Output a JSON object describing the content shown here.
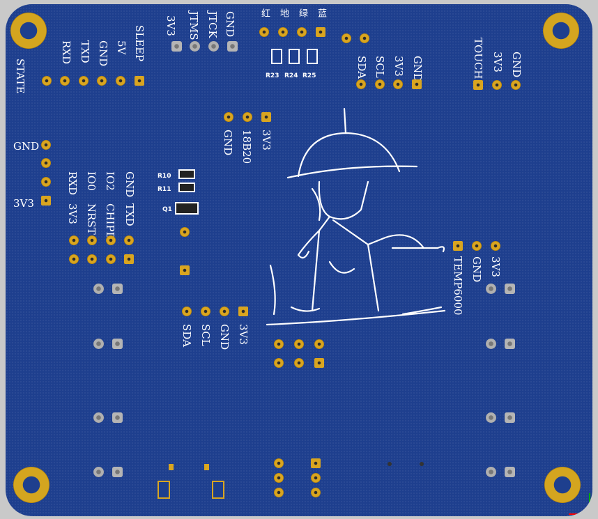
{
  "board": {
    "labels_left_header": [
      "SLEEP",
      "5V",
      "GND",
      "TXD",
      "RXD",
      "STATE"
    ],
    "labels_jtag": [
      "3V3",
      "JTMS",
      "JTCK",
      "GND"
    ],
    "labels_cn": [
      "红",
      "地",
      "绿",
      "蓝"
    ],
    "resistors_top": [
      "R23",
      "R24",
      "R25"
    ],
    "labels_i2c_top": [
      "SDA",
      "SCL",
      "3V3",
      "GND"
    ],
    "labels_touch": [
      "TOUCH",
      "3V3",
      "GND"
    ],
    "labels_ds18b20": [
      "GND",
      "18B20",
      "3V3"
    ],
    "labels_power_left": [
      "GND",
      "3V3"
    ],
    "labels_uart_top": [
      "RXD",
      "IO0",
      "IO2",
      "GND"
    ],
    "labels_uart_bottom": [
      "3V3",
      "NRST",
      "CHIPD",
      "TXD"
    ],
    "resistors_mid": [
      "R10",
      "R11",
      "Q1"
    ],
    "labels_i2c_mid": [
      "SDA",
      "SCL",
      "GND",
      "3V3"
    ],
    "labels_temp": [
      "TEMP6000",
      "GND",
      "3V3"
    ]
  },
  "colors": {
    "board": "#1e3f8e",
    "pad": "#d9a520",
    "silkscreen": "#ffffff"
  }
}
